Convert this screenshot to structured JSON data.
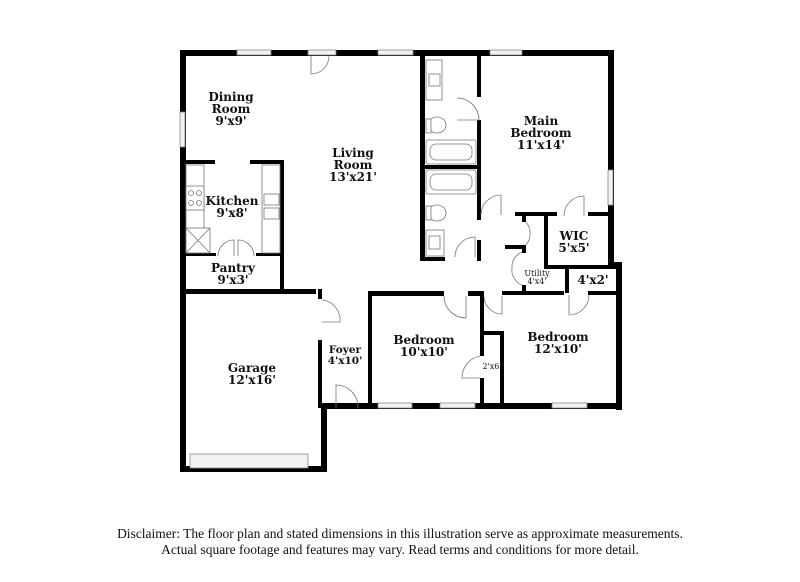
{
  "rooms": {
    "dining": {
      "name1": "Dining",
      "name2": "Room",
      "dims": "9'x9'"
    },
    "living": {
      "name1": "Living",
      "name2": "Room",
      "dims": "13'x21'"
    },
    "kitchen": {
      "name": "Kitchen",
      "dims": "9'x8'"
    },
    "pantry": {
      "name": "Pantry",
      "dims": "9'x3'"
    },
    "main_bedroom": {
      "name1": "Main",
      "name2": "Bedroom",
      "dims": "11'x14'"
    },
    "wic": {
      "name": "WIC",
      "dims": "5'x5'"
    },
    "utility": {
      "name": "Utility",
      "dims": "4'x4'"
    },
    "closet_4x2": {
      "dims": "4'x2'"
    },
    "garage": {
      "name": "Garage",
      "dims": "12'x16'"
    },
    "foyer": {
      "name": "Foyer",
      "dims": "4'x10'"
    },
    "bedroom2": {
      "name": "Bedroom",
      "dims": "10'x10'"
    },
    "closet_2x6": {
      "dims": "2'x6'"
    },
    "bedroom3": {
      "name": "Bedroom",
      "dims": "12'x10'"
    }
  },
  "disclaimer": {
    "line1": "Disclaimer: The floor plan and stated dimensions in this illustration serve as approximate measurements.",
    "line2": "Actual square footage and features may vary. Read terms and conditions for more detail."
  }
}
